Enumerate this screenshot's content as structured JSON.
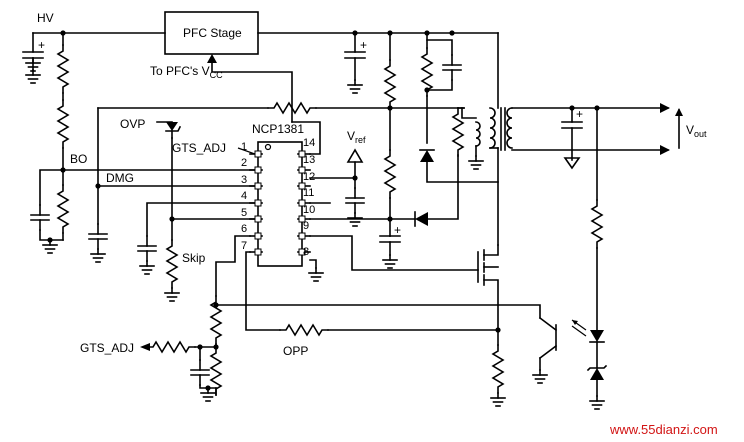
{
  "labels": {
    "hv": "HV",
    "pfc_stage": "PFC Stage",
    "to_pfc": "To PFC's V",
    "to_pfc_sub": "CC",
    "ovp": "OVP",
    "gts_adj_top": "GTS_ADJ",
    "chip": "NCP1381",
    "vref": "V",
    "vref_sub": "ref",
    "bo": "BO",
    "dmg": "DMG",
    "skip": "Skip",
    "vout": "V",
    "vout_sub": "out",
    "opp": "OPP",
    "gts_adj_bottom": "GTS_ADJ"
  },
  "pins": {
    "left": [
      "1",
      "2",
      "3",
      "4",
      "5",
      "6",
      "7"
    ],
    "right": [
      "14",
      "13",
      "12",
      "11",
      "10",
      "9",
      "8"
    ]
  },
  "watermark": "www.55dianzi.com"
}
